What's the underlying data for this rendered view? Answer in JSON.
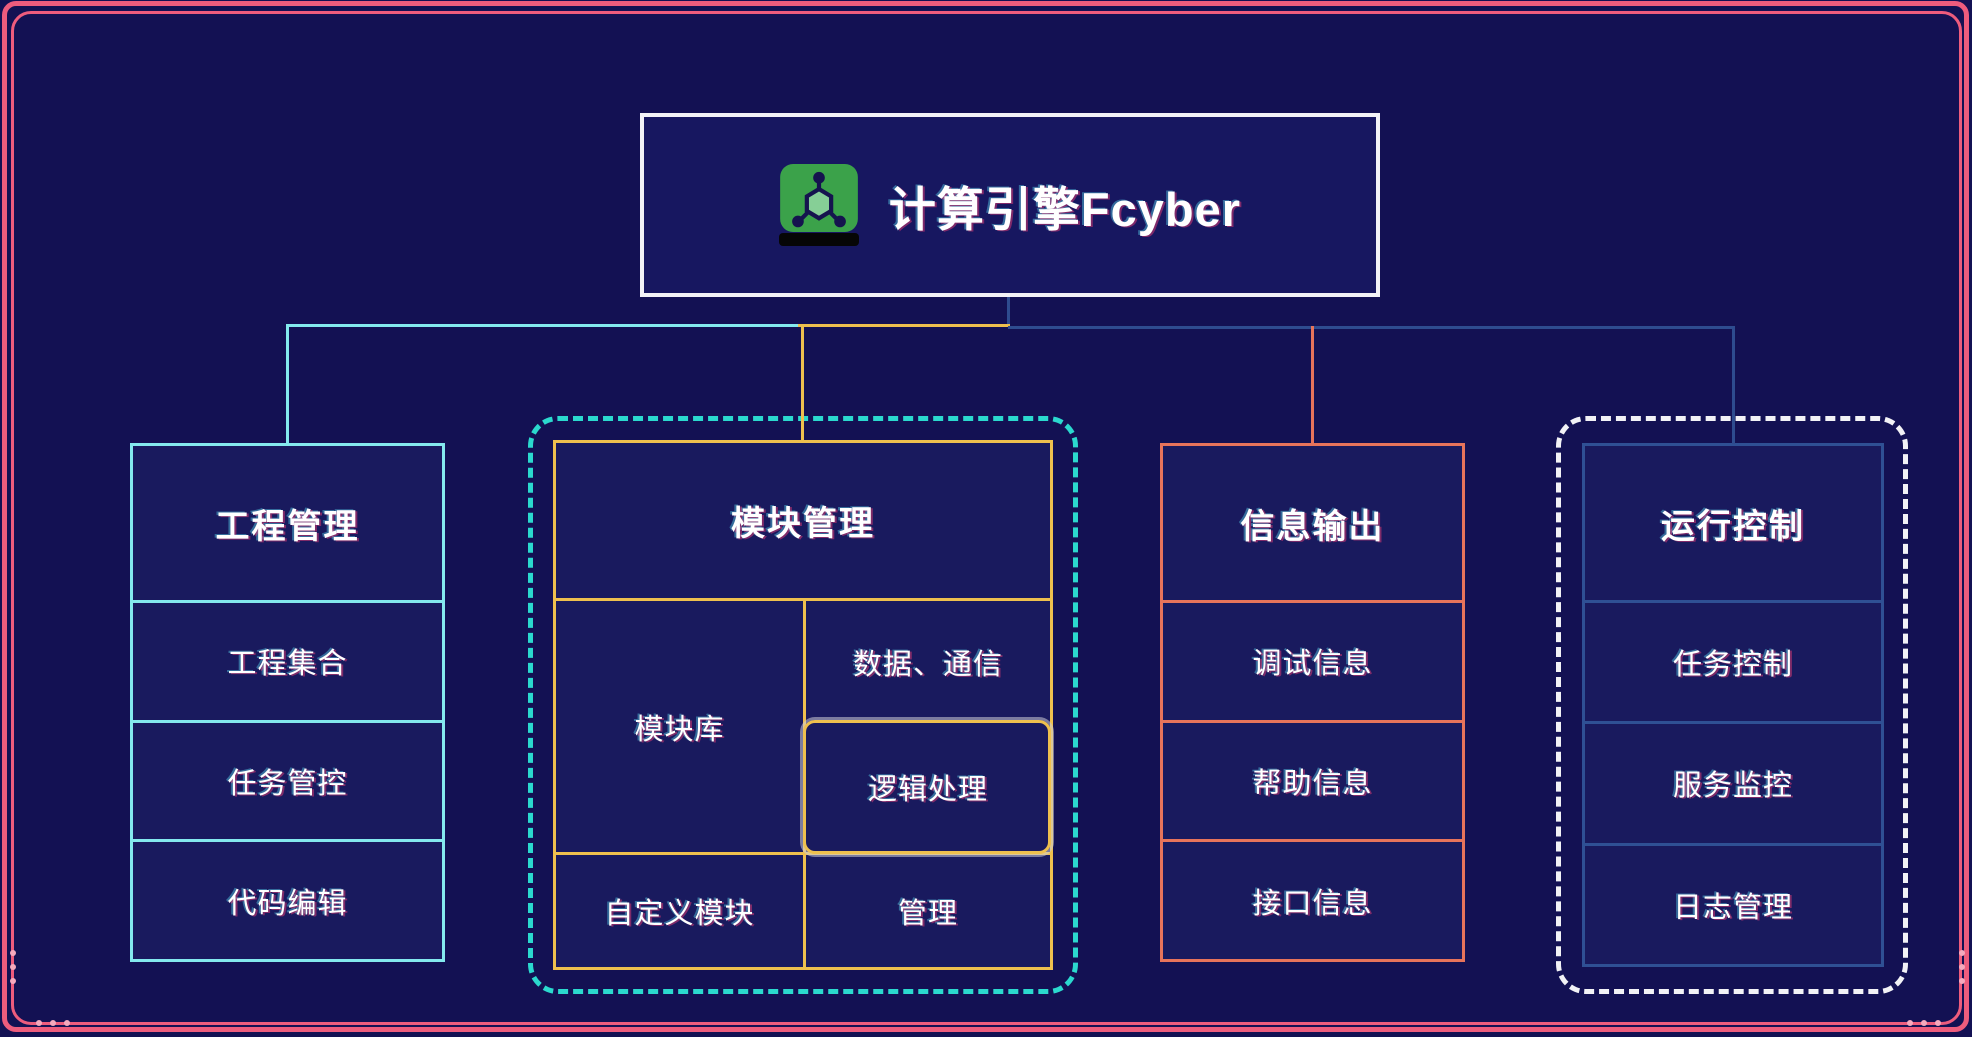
{
  "root": {
    "label": "计算引擎Fcyber",
    "icon": "molecule-icon"
  },
  "groups": {
    "project": {
      "header": "工程管理",
      "items": [
        "工程集合",
        "任务管控",
        "代码编辑"
      ]
    },
    "module": {
      "header": "模块管理",
      "library": "模块库",
      "data_comm": "数据、通信",
      "logic": "逻辑处理",
      "custom": "自定义模块",
      "manage": "管理"
    },
    "info": {
      "header": "信息输出",
      "items": [
        "调试信息",
        "帮助信息",
        "接口信息"
      ]
    },
    "run": {
      "header": "运行控制",
      "items": [
        "任务控制",
        "服务监控",
        "日志管理"
      ]
    }
  },
  "colors": {
    "background": "#131153",
    "frame_pink": "#ee5c7d",
    "cyan_solid": "#84e9ee",
    "teal_dashed": "#2bd9ce",
    "yellow": "#eec04e",
    "salmon": "#e7745b",
    "blue": "#2e4c8f",
    "white_border": "#f2f2f6",
    "icon_green": "#3ba24a",
    "text": "#ffffff"
  }
}
